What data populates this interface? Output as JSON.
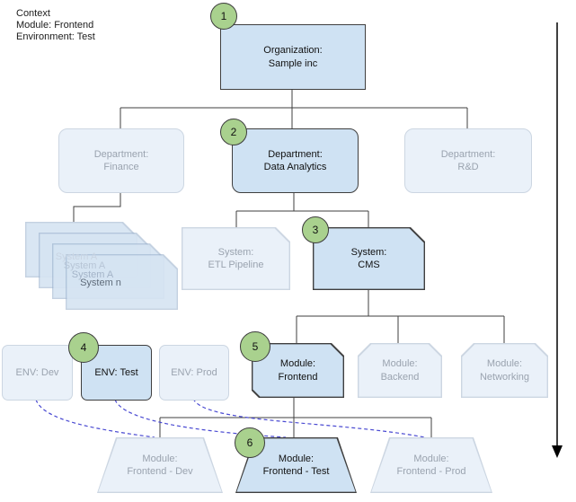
{
  "context": {
    "title": "Context",
    "module_line": "Module: Frontend",
    "environment_line": "Environment: Test"
  },
  "badges": {
    "b1": "1",
    "b2": "2",
    "b3": "3",
    "b4": "4",
    "b5": "5",
    "b6": "6"
  },
  "nodes": {
    "organization": {
      "label": "Organization:\nSample inc",
      "state": "active"
    },
    "dept_finance": {
      "label": "Department:\nFinance",
      "state": "faded"
    },
    "dept_data_analytics": {
      "label": "Department:\nData Analytics",
      "state": "active"
    },
    "dept_rnd": {
      "label": "Department:\nR&D",
      "state": "faded"
    },
    "system_stack": {
      "labels": [
        "System A",
        "System A",
        "System A",
        "System n"
      ],
      "state": "faded"
    },
    "system_etl": {
      "label": "System:\nETL Pipeline",
      "state": "faded"
    },
    "system_cms": {
      "label": "System:\nCMS",
      "state": "active"
    },
    "env_dev": {
      "label": "ENV: Dev",
      "state": "faded"
    },
    "env_test": {
      "label": "ENV: Test",
      "state": "active"
    },
    "env_prod": {
      "label": "ENV: Prod",
      "state": "faded"
    },
    "module_frontend": {
      "label": "Module:\nFrontend",
      "state": "active"
    },
    "module_backend": {
      "label": "Module:\nBackend",
      "state": "faded"
    },
    "module_networking": {
      "label": "Module:\nNetworking",
      "state": "faded"
    },
    "deploy_dev": {
      "label": "Module:\nFrontend - Dev",
      "state": "faded"
    },
    "deploy_test": {
      "label": "Module:\nFrontend - Test",
      "state": "active"
    },
    "deploy_prod": {
      "label": "Module:\nFrontend - Prod",
      "state": "faded"
    }
  },
  "colors": {
    "active_fill": "#cfe2f3",
    "faded_fill": "#eaf1f9",
    "active_border": "#3f3f3f",
    "faded_border": "#ccd6e2",
    "badge_fill": "#a9d18e",
    "dashed_link": "#4a4ad2",
    "connector": "#3f3f3f"
  }
}
